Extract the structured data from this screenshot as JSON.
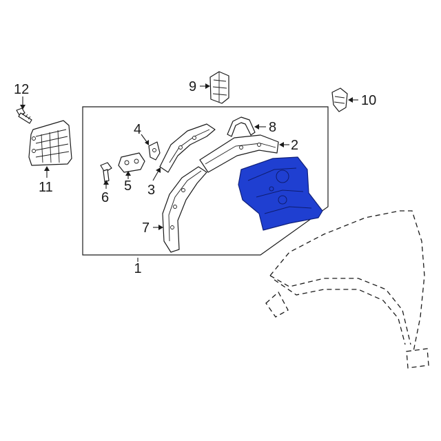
{
  "diagram": {
    "highlight_color": "#1f3fd1",
    "line_color": "#1a1a1a",
    "callouts": [
      {
        "id": "1",
        "label": "1"
      },
      {
        "id": "2",
        "label": "2"
      },
      {
        "id": "3",
        "label": "3"
      },
      {
        "id": "4",
        "label": "4"
      },
      {
        "id": "5",
        "label": "5"
      },
      {
        "id": "6",
        "label": "6"
      },
      {
        "id": "7",
        "label": "7"
      },
      {
        "id": "8",
        "label": "8"
      },
      {
        "id": "9",
        "label": "9"
      },
      {
        "id": "10",
        "label": "10"
      },
      {
        "id": "11",
        "label": "11"
      },
      {
        "id": "12",
        "label": "12"
      }
    ]
  }
}
